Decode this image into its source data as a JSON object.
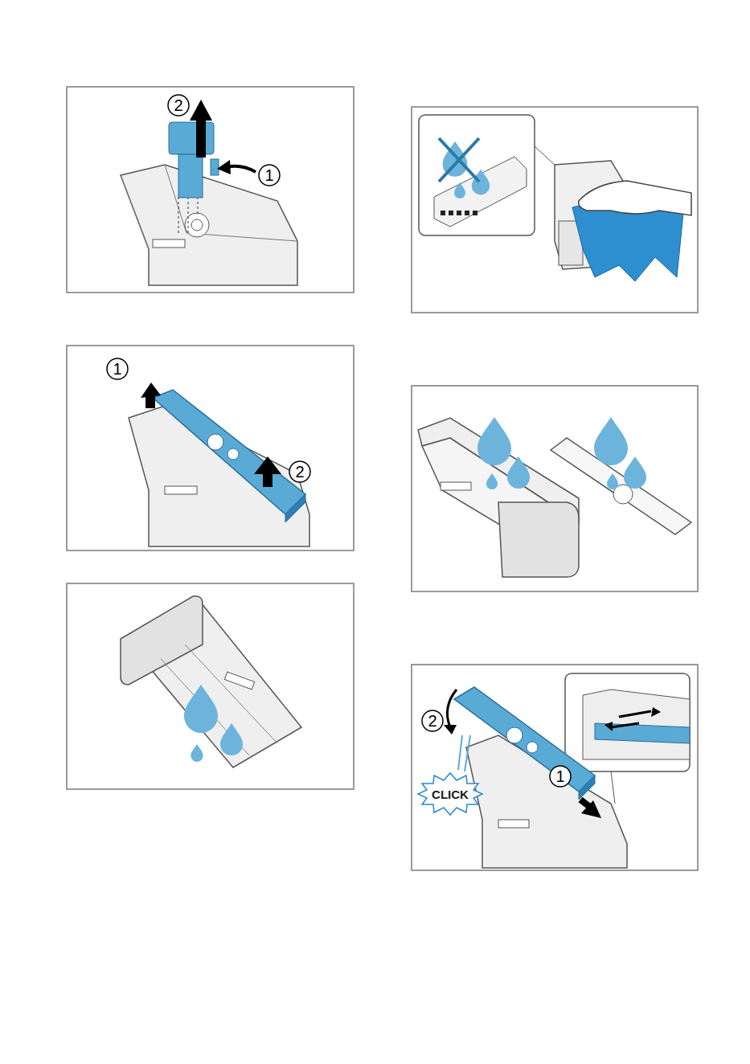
{
  "diagram": {
    "labels": [
      "2",
      "1",
      "1",
      "2",
      "2",
      "CLICK",
      "1"
    ]
  }
}
